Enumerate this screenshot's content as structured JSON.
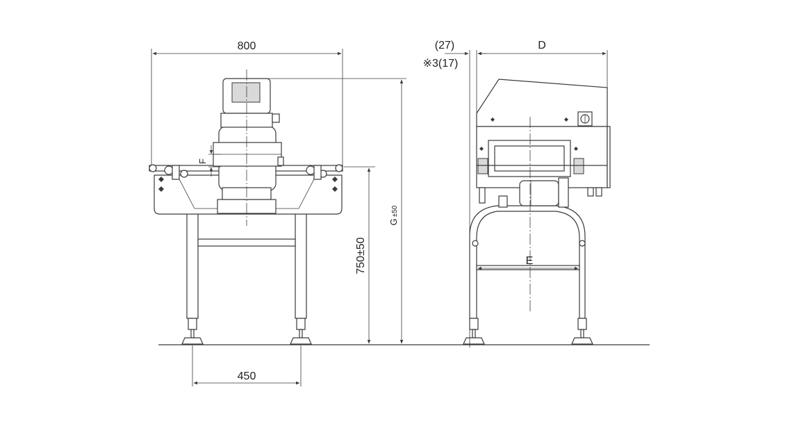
{
  "labels": {
    "width_overall": "800",
    "leg_spacing": "450",
    "belt_height": "750±50",
    "height_g": "G",
    "height_g_tol": "±50",
    "dim_f": "F",
    "side_offset": "(27)",
    "side_offset_note": "※3(17)",
    "depth_d": "D",
    "dim_e": "E"
  },
  "colors": {
    "line": "#3a3a3a",
    "fill": "#ffffff",
    "shade": "#d9d9d9"
  }
}
